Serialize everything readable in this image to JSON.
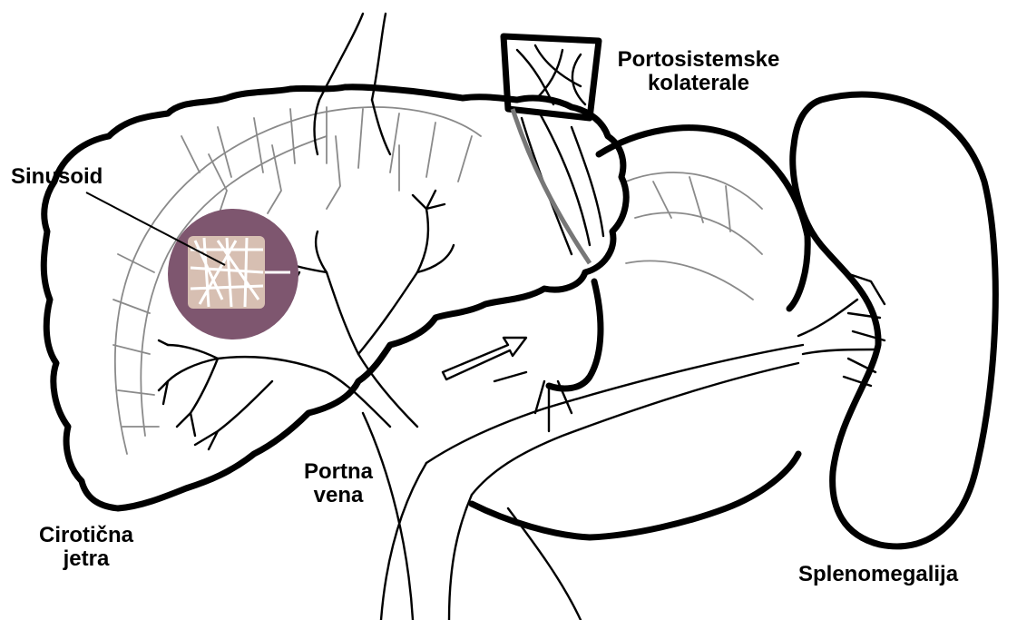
{
  "labels": {
    "sinusoid": "Sinusoid",
    "portosystemic_line1": "Portosistemske",
    "portosystemic_line2": "kolaterale",
    "portal_vein_line1": "Portna",
    "portal_vein_line2": "vena",
    "cirrhotic_liver_line1": "Cirotična",
    "cirrhotic_liver_line2": "jetra",
    "splenomegaly": "Splenomegalija"
  },
  "colors": {
    "outline": "#000000",
    "background_vessels": "#8a8a8a",
    "sinusoid_circle": "#7e566f",
    "sinusoid_cells": "#d7bfb2"
  }
}
